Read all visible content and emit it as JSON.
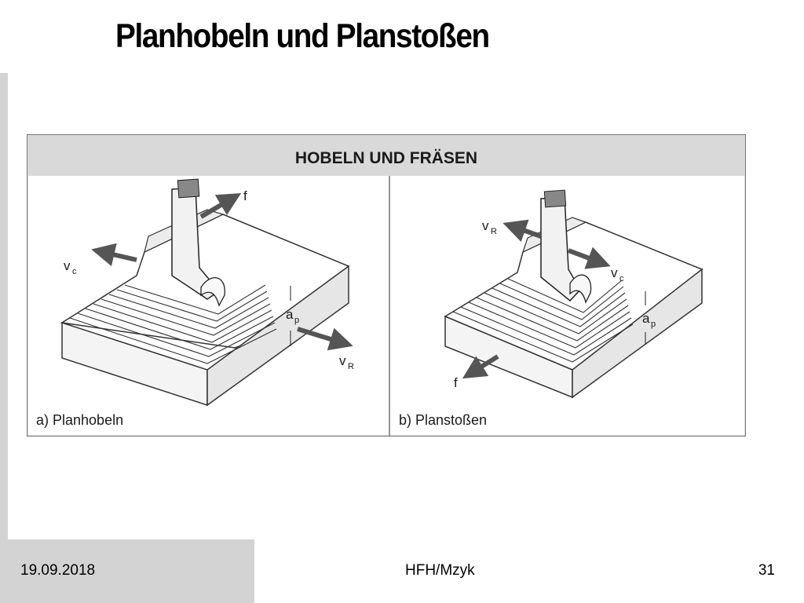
{
  "slide": {
    "title": "Planhobeln und Planstoßen"
  },
  "figure": {
    "header": "HOBELN UND FRÄSEN",
    "panel_a": {
      "caption": "a) Planhobeln",
      "labels": {
        "f": "f",
        "vc": "v",
        "vc_sub": "c",
        "ap": "a",
        "ap_sub": "p",
        "vr": "v",
        "vr_sub": "R"
      }
    },
    "panel_b": {
      "caption": "b) Planstoßen",
      "labels": {
        "f": "f",
        "vc": "v",
        "vc_sub": "c",
        "ap": "a",
        "ap_sub": "p",
        "vr": "v",
        "vr_sub": "R"
      }
    }
  },
  "footer": {
    "date": "19.09.2018",
    "author": "HFH/Mzyk",
    "page": "31"
  }
}
